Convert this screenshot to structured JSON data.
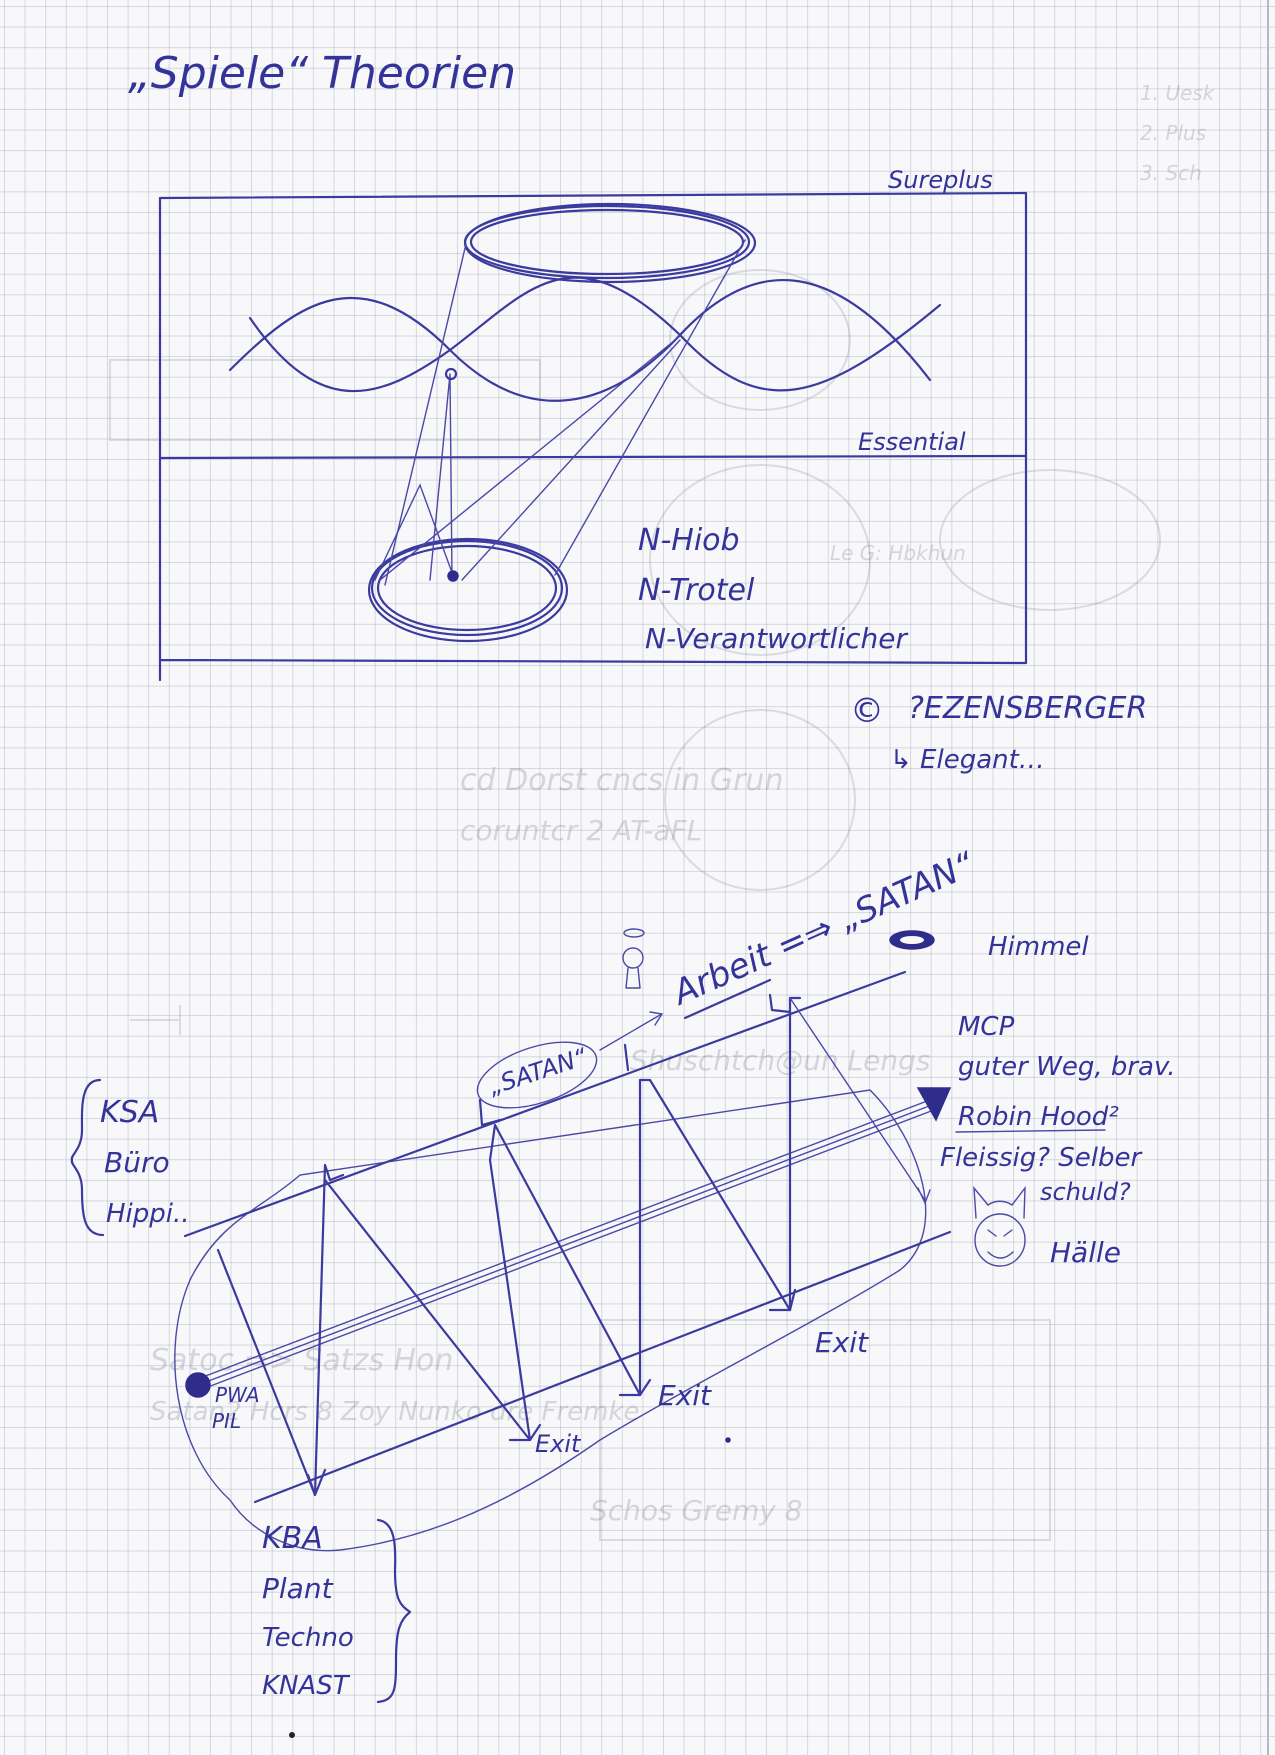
{
  "title": "„Spiele“ Theorien",
  "upper_diagram": {
    "top_label": "Sureplus",
    "middle_label": "Essential",
    "n_labels": [
      "N-Hiob",
      "N-Trotel",
      "N-Verantwortlicher"
    ]
  },
  "citation": {
    "symbol": "©",
    "name": "?EZENSBERGER",
    "note": "↳ Elegant…"
  },
  "lower_diagram": {
    "satan_slogan": "Arbeit =⇒ „SATAN“",
    "satan_bubble": "„SATAN“",
    "heaven": "Himmel",
    "hell": "Hälle",
    "right_notes": [
      "MCP",
      "guter Weg, brav.",
      "Robin Hood²",
      "Fleissig? Selber",
      "schuld?"
    ],
    "left_top_group": [
      "KSA",
      "Büro",
      "Hippi.."
    ],
    "left_bottom_group": [
      "KBA",
      "Plant",
      "Techno",
      "KNAST"
    ],
    "origin_label": [
      "PWA",
      "PIL"
    ],
    "exit_labels": [
      "Exit",
      "Exit",
      "Exit"
    ]
  },
  "colors": {
    "ink": "#3b3a9e",
    "paper": "#f8f8fa",
    "grid": "#8c95a6"
  },
  "icons": [
    "halo-angel-icon",
    "halo-icon",
    "devil-face-icon",
    "diamond-icon"
  ]
}
